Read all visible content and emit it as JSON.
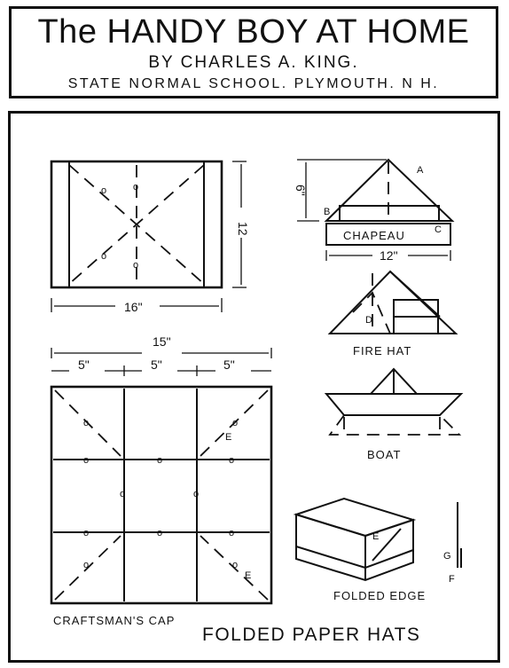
{
  "header": {
    "title": "The HANDY BOY AT HOME",
    "byline": "BY CHARLES A. KING.",
    "school": "STATE NORMAL SCHOOL. PLYMOUTH. N H."
  },
  "diagram": {
    "top_sheet": {
      "width_label": "16\"",
      "height_label": "12"
    },
    "chapeau": {
      "label": "CHAPEAU",
      "height_label": "6\"",
      "width_label": "12\"",
      "point_a": "A",
      "point_b": "B",
      "point_c": "C"
    },
    "fire_hat": {
      "label": "FIRE HAT",
      "point_d": "D"
    },
    "boat": {
      "label": "BOAT"
    },
    "cap_sheet": {
      "total_label": "15\"",
      "seg1": "5\"",
      "seg2": "5\"",
      "seg3": "5\"",
      "point_e1": "E",
      "point_e2": "E",
      "label": "CRAFTSMAN'S CAP"
    },
    "folded_edge": {
      "label": "FOLDED EDGE",
      "point_e": "E",
      "point_g": "G",
      "point_f": "F"
    },
    "caption": "FOLDED PAPER HATS"
  }
}
